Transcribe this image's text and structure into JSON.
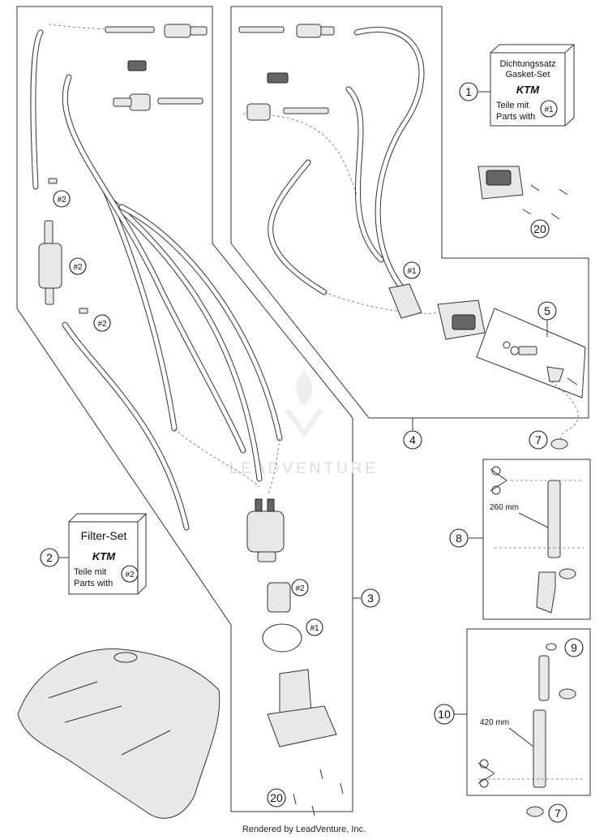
{
  "callouts": {
    "c1": "1",
    "c2": "2",
    "c3": "3",
    "c4": "4",
    "c5": "5",
    "c7a": "7",
    "c7b": "7",
    "c8": "8",
    "c9": "9",
    "c10": "10",
    "c20a": "20",
    "c20b": "20"
  },
  "refs": {
    "r_left_1": "#2",
    "r_left_2": "#2",
    "r_left_3": "#2",
    "r_pump_1": "#2",
    "r_pump_2": "#1",
    "r_mid": "#1"
  },
  "gasket_set": {
    "line1": "Dichtungssatz",
    "line2": "Gasket-Set",
    "brand": "KTM",
    "line3": "Teile mit",
    "line4": "Parts with",
    "ref": "#1"
  },
  "filter_set": {
    "title": "Filter-Set",
    "brand": "KTM",
    "line3": "Teile mit",
    "line4": "Parts with",
    "ref": "#2"
  },
  "dimensions": {
    "d260": "260 mm",
    "d420": "420 mm"
  },
  "watermark": "LEADVENTURE",
  "footer": "Rendered by LeadVenture, Inc."
}
